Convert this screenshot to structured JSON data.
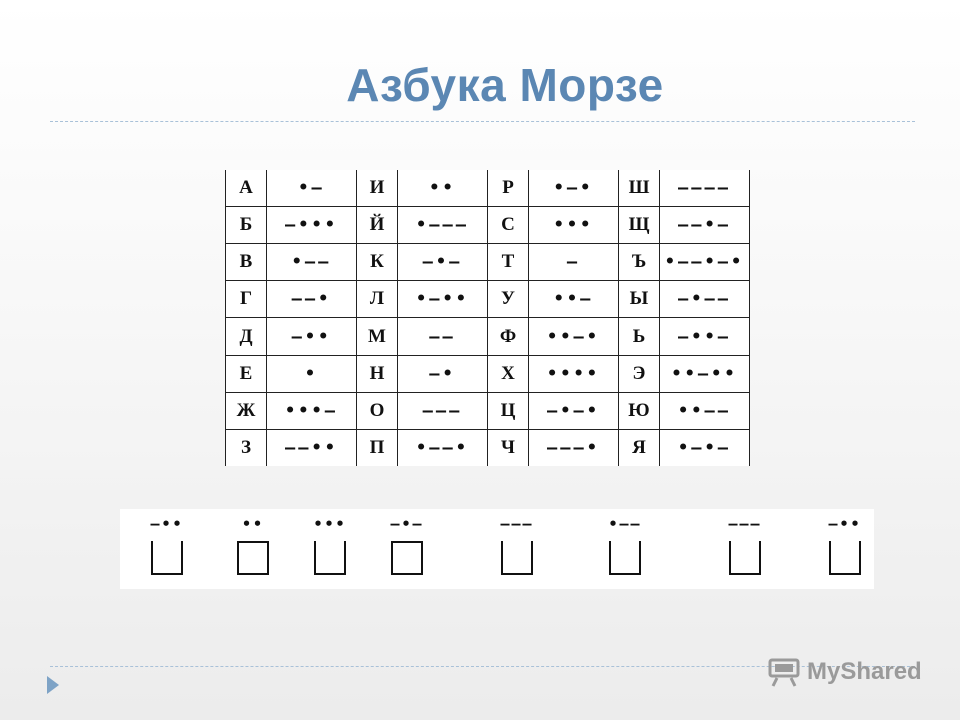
{
  "title": "Азбука Морзе",
  "table": [
    [
      {
        "l": "А",
        "c": "•—"
      },
      {
        "l": "И",
        "c": "••"
      },
      {
        "l": "Р",
        "c": "•—•"
      },
      {
        "l": "Ш",
        "c": "————"
      }
    ],
    [
      {
        "l": "Б",
        "c": "—•••"
      },
      {
        "l": "Й",
        "c": "•———"
      },
      {
        "l": "С",
        "c": "•••"
      },
      {
        "l": "Щ",
        "c": "——•—"
      }
    ],
    [
      {
        "l": "В",
        "c": "•——"
      },
      {
        "l": "К",
        "c": "—•—"
      },
      {
        "l": "Т",
        "c": "—"
      },
      {
        "l": "Ъ",
        "c": "•——•—•"
      }
    ],
    [
      {
        "l": "Г",
        "c": "——•"
      },
      {
        "l": "Л",
        "c": "•—••"
      },
      {
        "l": "У",
        "c": "••—"
      },
      {
        "l": "Ы",
        "c": "—•——"
      }
    ],
    [
      {
        "l": "Д",
        "c": "—••"
      },
      {
        "l": "М",
        "c": "——"
      },
      {
        "l": "Ф",
        "c": "••—•"
      },
      {
        "l": "Ь",
        "c": "—••—"
      }
    ],
    [
      {
        "l": "Е",
        "c": "•"
      },
      {
        "l": "Н",
        "c": "—•"
      },
      {
        "l": "Х",
        "c": "••••"
      },
      {
        "l": "Э",
        "c": "••—••"
      }
    ],
    [
      {
        "l": "Ж",
        "c": "•••—"
      },
      {
        "l": "О",
        "c": "———"
      },
      {
        "l": "Ц",
        "c": "—•—•"
      },
      {
        "l": "Ю",
        "c": "••——"
      }
    ],
    [
      {
        "l": "З",
        "c": "——••"
      },
      {
        "l": "П",
        "c": "•——•"
      },
      {
        "l": "Ч",
        "c": "———•"
      },
      {
        "l": "Я",
        "c": "•—•—"
      }
    ]
  ],
  "puzzle": [
    "—••",
    "••",
    "•••",
    "—•—",
    "———",
    "•——",
    "———",
    "—••"
  ],
  "watermark": "MyShared",
  "icons": {
    "nav": "play-arrow-icon",
    "logo": "projector-icon"
  }
}
